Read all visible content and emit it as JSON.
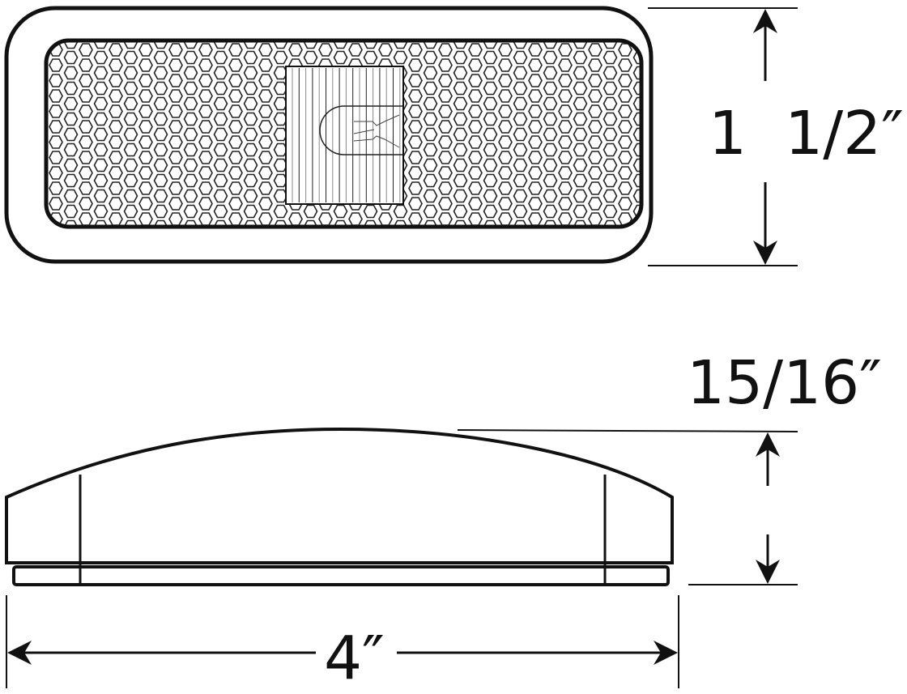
{
  "dimensions": {
    "height_top": "1  1/2″",
    "depth": "15/16″",
    "length": "4″"
  },
  "colors": {
    "line": "#111111",
    "background": "#ffffff"
  }
}
